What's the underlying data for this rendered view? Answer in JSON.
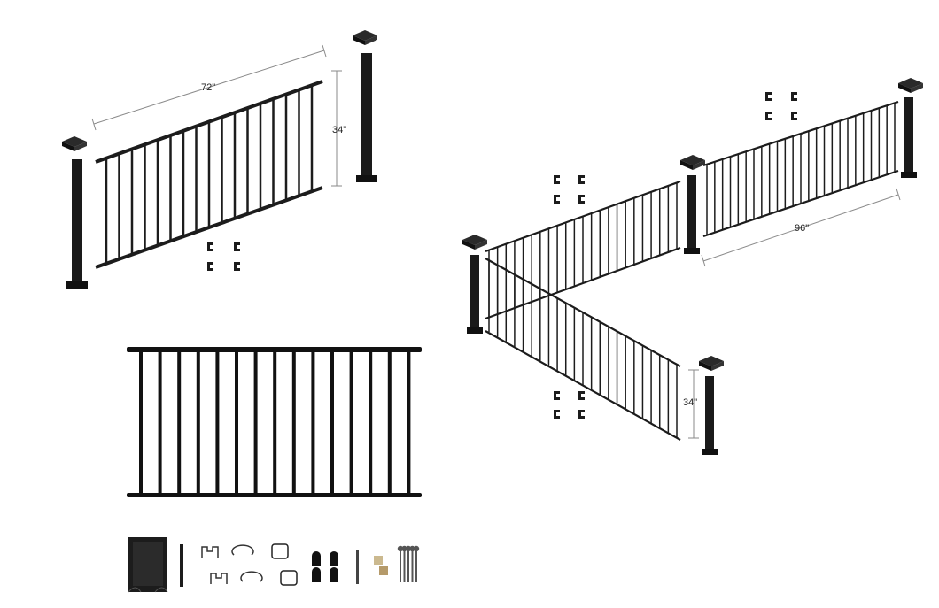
{
  "dimensions": {
    "top_panel_width": "72\"",
    "top_panel_height": "34\"",
    "right_panel_width": "96\"",
    "right_panel_height": "34\""
  },
  "colors": {
    "rail": "#1c1c1c",
    "post": "#1a1a1a",
    "dimension_line": "#8a8a8a",
    "screw_brown": "#b59a6a"
  },
  "icons": [
    "bracket-icon",
    "post-base-plate-icon",
    "baluster-rod-icon",
    "screw-icon"
  ]
}
